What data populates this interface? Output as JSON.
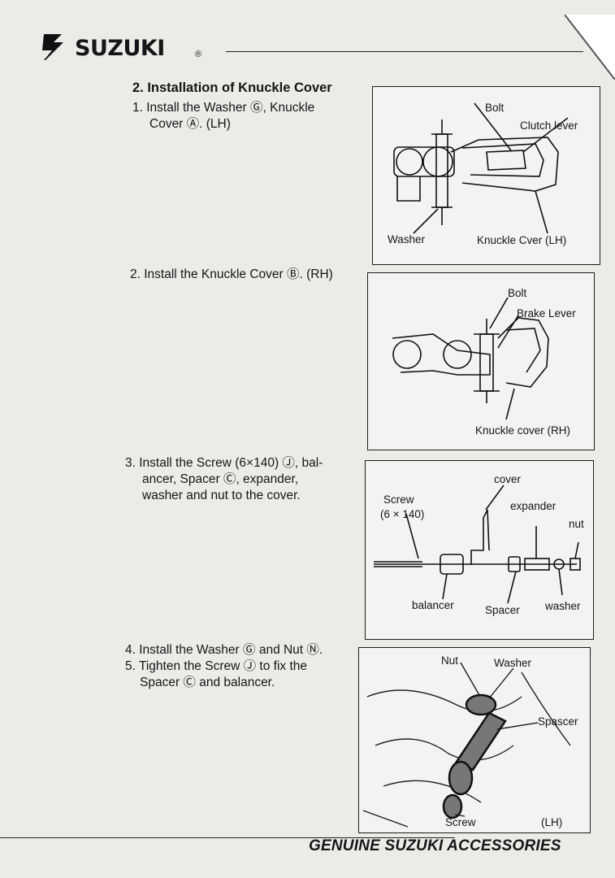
{
  "header": {
    "brand": "SUZUKI",
    "registered": "®"
  },
  "section": {
    "title": "2. Installation of Knuckle Cover"
  },
  "steps": [
    {
      "lines": [
        "1. Install the Washer Ⓖ, Knuckle",
        "Cover Ⓐ. (LH)"
      ]
    },
    {
      "lines": [
        "2. Install the Knuckle Cover Ⓑ. (RH)"
      ]
    },
    {
      "lines": [
        "3. Install the Screw (6×140) Ⓙ, bal-",
        "ancer, Spacer Ⓒ, expander,",
        "washer and nut to the cover."
      ]
    },
    {
      "lines": [
        "4. Install the Washer Ⓖ and Nut Ⓝ.",
        "5. Tighten the Screw Ⓙ to fix the",
        "Spacer Ⓒ and balancer."
      ]
    }
  ],
  "figures": {
    "lh": {
      "bolt": "Bolt",
      "clutch_lever": "Clutch lever",
      "washer": "Washer",
      "cover": "Knuckle Cver (LH)"
    },
    "rh": {
      "bolt": "Bolt",
      "brake_lever": "Brake Lever",
      "cover": "Knuckle cover (RH)"
    },
    "assembly": {
      "cover": "cover",
      "screw": "Screw",
      "screw_size": "(6 × 140)",
      "expander": "expander",
      "nut": "nut",
      "balancer": "balancer",
      "spacer": "Spacer",
      "washer": "washer"
    },
    "installed": {
      "nut": "Nut",
      "washer": "Washer",
      "spacer": "Spascer",
      "screw": "Screw",
      "side": "(LH)"
    }
  },
  "footer": {
    "text": "GENUINE SUZUKI ACCESSORIES"
  }
}
